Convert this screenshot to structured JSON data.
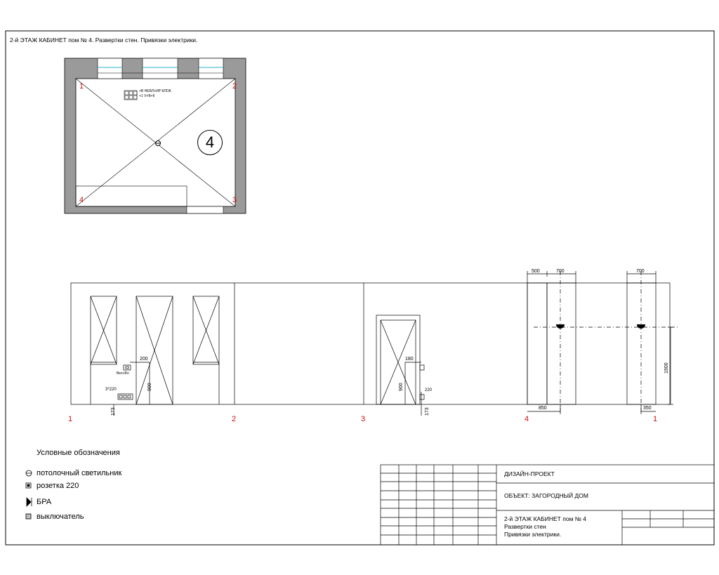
{
  "sheet_title": "2-й ЭТАЖ  КАБИНЕТ пом № 4. Развертки стен. Привязки электрики.",
  "plan": {
    "room_number": "4",
    "corners": [
      "1",
      "2",
      "3",
      "4"
    ],
    "note_line1": "+В НЕБЛ+ИР БЛОК",
    "note_line2": "+1 V+В+II"
  },
  "elevations": {
    "wall_labels": [
      "1",
      "2",
      "3",
      "4",
      "1"
    ],
    "dims": {
      "d200": "200",
      "d900a": "900",
      "d3_220": "3*220",
      "d220": "220",
      "d173a": "173",
      "d180": "180",
      "d900b": "900",
      "d173b": "173",
      "d500": "500",
      "d700a": "700",
      "d850": "850",
      "d700b": "700",
      "d1900": "1900",
      "d350": "350",
      "dsw": "Вкл+Вл"
    }
  },
  "legend": {
    "title": "Условные обозначения",
    "items": [
      {
        "icon": "ceiling-lamp-icon",
        "label": "потолочный светильник"
      },
      {
        "icon": "socket-icon",
        "label": "розетка 220"
      },
      {
        "icon": "wall-lamp-icon",
        "label": "БРА"
      },
      {
        "icon": "switch-icon",
        "label": "выключатель"
      }
    ]
  },
  "title_block": {
    "project": "ДИЗАЙН-ПРОЕКТ",
    "object": "ОБЪЕКТ: ЗАГОРОДНЫЙ ДОМ",
    "sheet_line1": "2-й ЭТАЖ  КАБИНЕТ пом № 4",
    "sheet_line2": "Развертки стен",
    "sheet_line3": "Привязки электрики."
  }
}
